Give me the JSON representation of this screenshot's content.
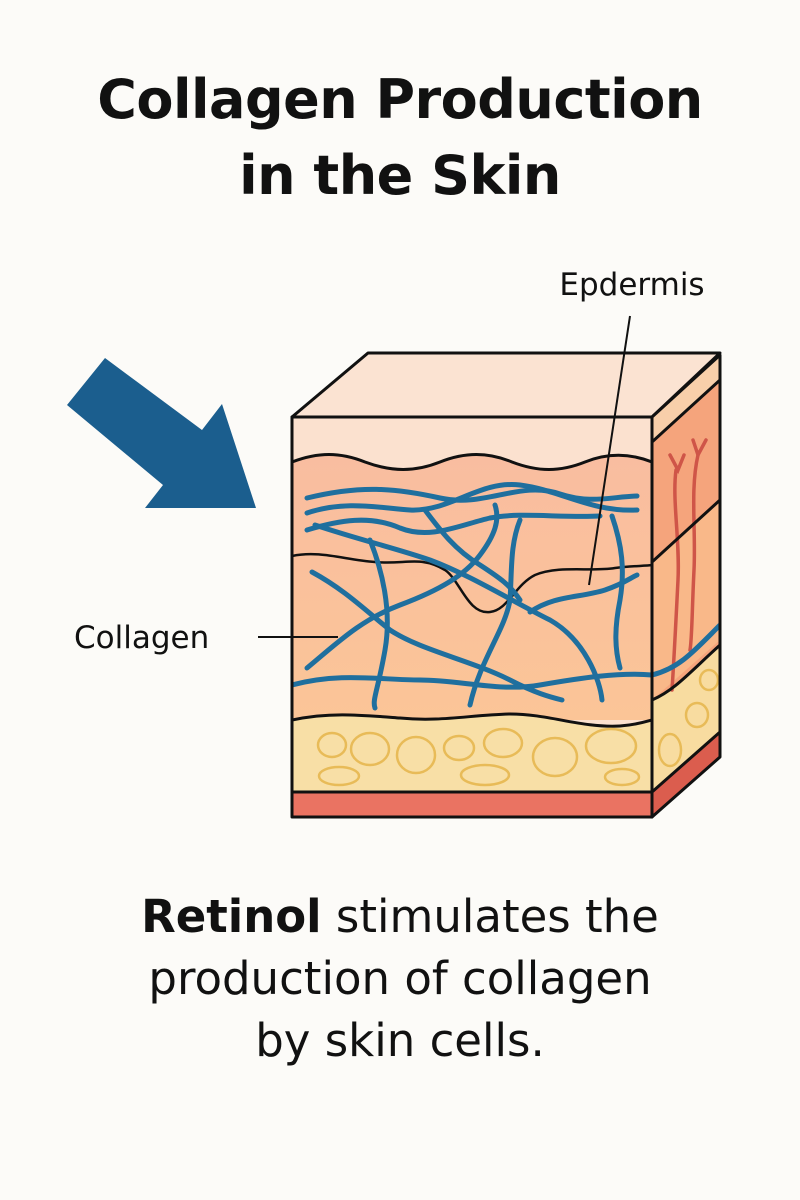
{
  "title": {
    "line1": "Collagen Production",
    "line2": "in the Skin"
  },
  "labels": {
    "epidermis": "Epdermis",
    "collagen": "Collagen"
  },
  "caption": {
    "bold": "Retinol",
    "line1_rest": " stimulates the",
    "line2": "production of collagen",
    "line3": "by skin cells."
  },
  "colors": {
    "background": "#fcfbf8",
    "arrow": "#1b5e8e",
    "collagen_fiber": "#1f6f9e",
    "epidermis_top": "#fbe1cf",
    "dermis": "#f9bf9a",
    "fat_layer": "#f8dfa6",
    "fat_cell_outline": "#e8bb58",
    "base_layer": "#e8715f",
    "blood_vessel": "#cf5548",
    "side_face": "#f5a47c",
    "outline": "#111111"
  },
  "icons": {
    "arrow": "arrow-down-right-icon"
  }
}
